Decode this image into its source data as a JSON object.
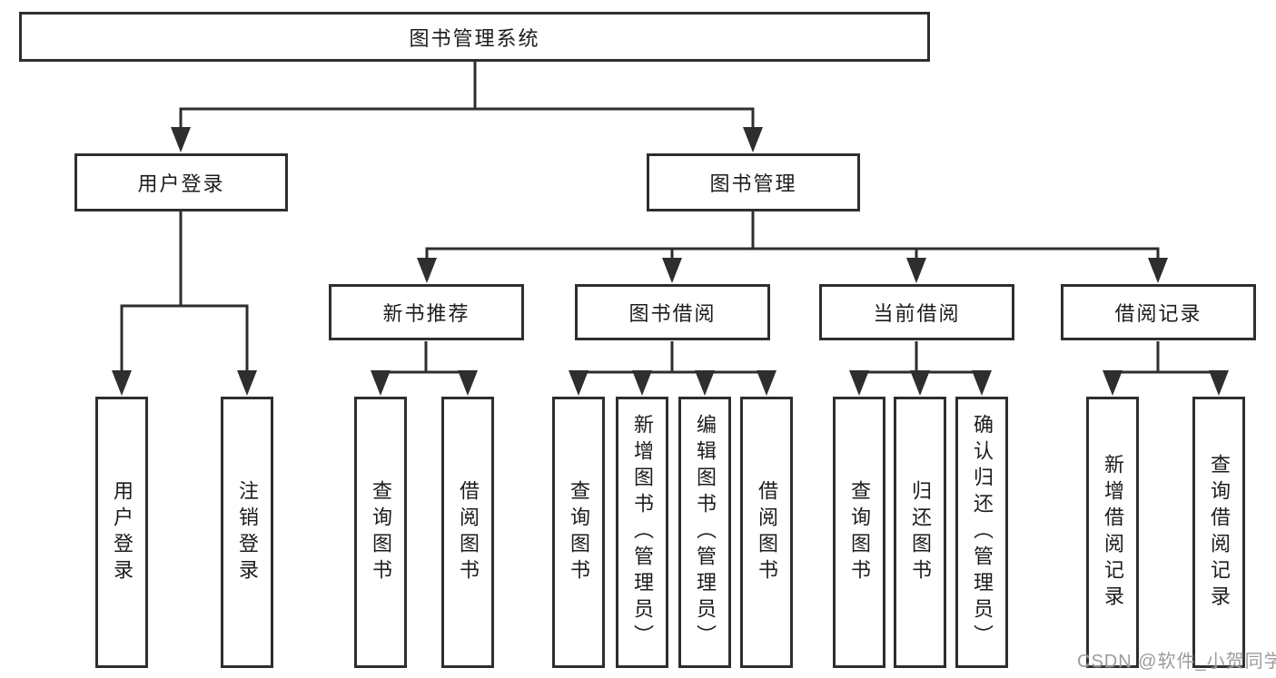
{
  "tree": {
    "root": {
      "label": "图书管理系统"
    },
    "branches": [
      {
        "label": "用户登录",
        "children": [
          {
            "label": "用户登录"
          },
          {
            "label": "注销登录"
          }
        ]
      },
      {
        "label": "图书管理",
        "children": [
          {
            "label": "新书推荐",
            "children": [
              {
                "label": "查询图书"
              },
              {
                "label": "借阅图书"
              }
            ]
          },
          {
            "label": "图书借阅",
            "children": [
              {
                "label": "查询图书"
              },
              {
                "label": "新增图书（管理员）"
              },
              {
                "label": "编辑图书（管理员）"
              },
              {
                "label": "借阅图书"
              }
            ]
          },
          {
            "label": "当前借阅",
            "children": [
              {
                "label": "查询图书"
              },
              {
                "label": "归还图书"
              },
              {
                "label": "确认归还（管理员）"
              }
            ]
          },
          {
            "label": "借阅记录",
            "children": [
              {
                "label": "新增借阅记录"
              },
              {
                "label": "查询借阅记录"
              }
            ]
          }
        ]
      }
    ]
  },
  "watermark": {
    "text": "CSDN @软件_小贺同学"
  },
  "colors": {
    "line": "#2e2e2e",
    "text": "#1c1c1c",
    "watermark": "#949498",
    "background": "#ffffff"
  }
}
